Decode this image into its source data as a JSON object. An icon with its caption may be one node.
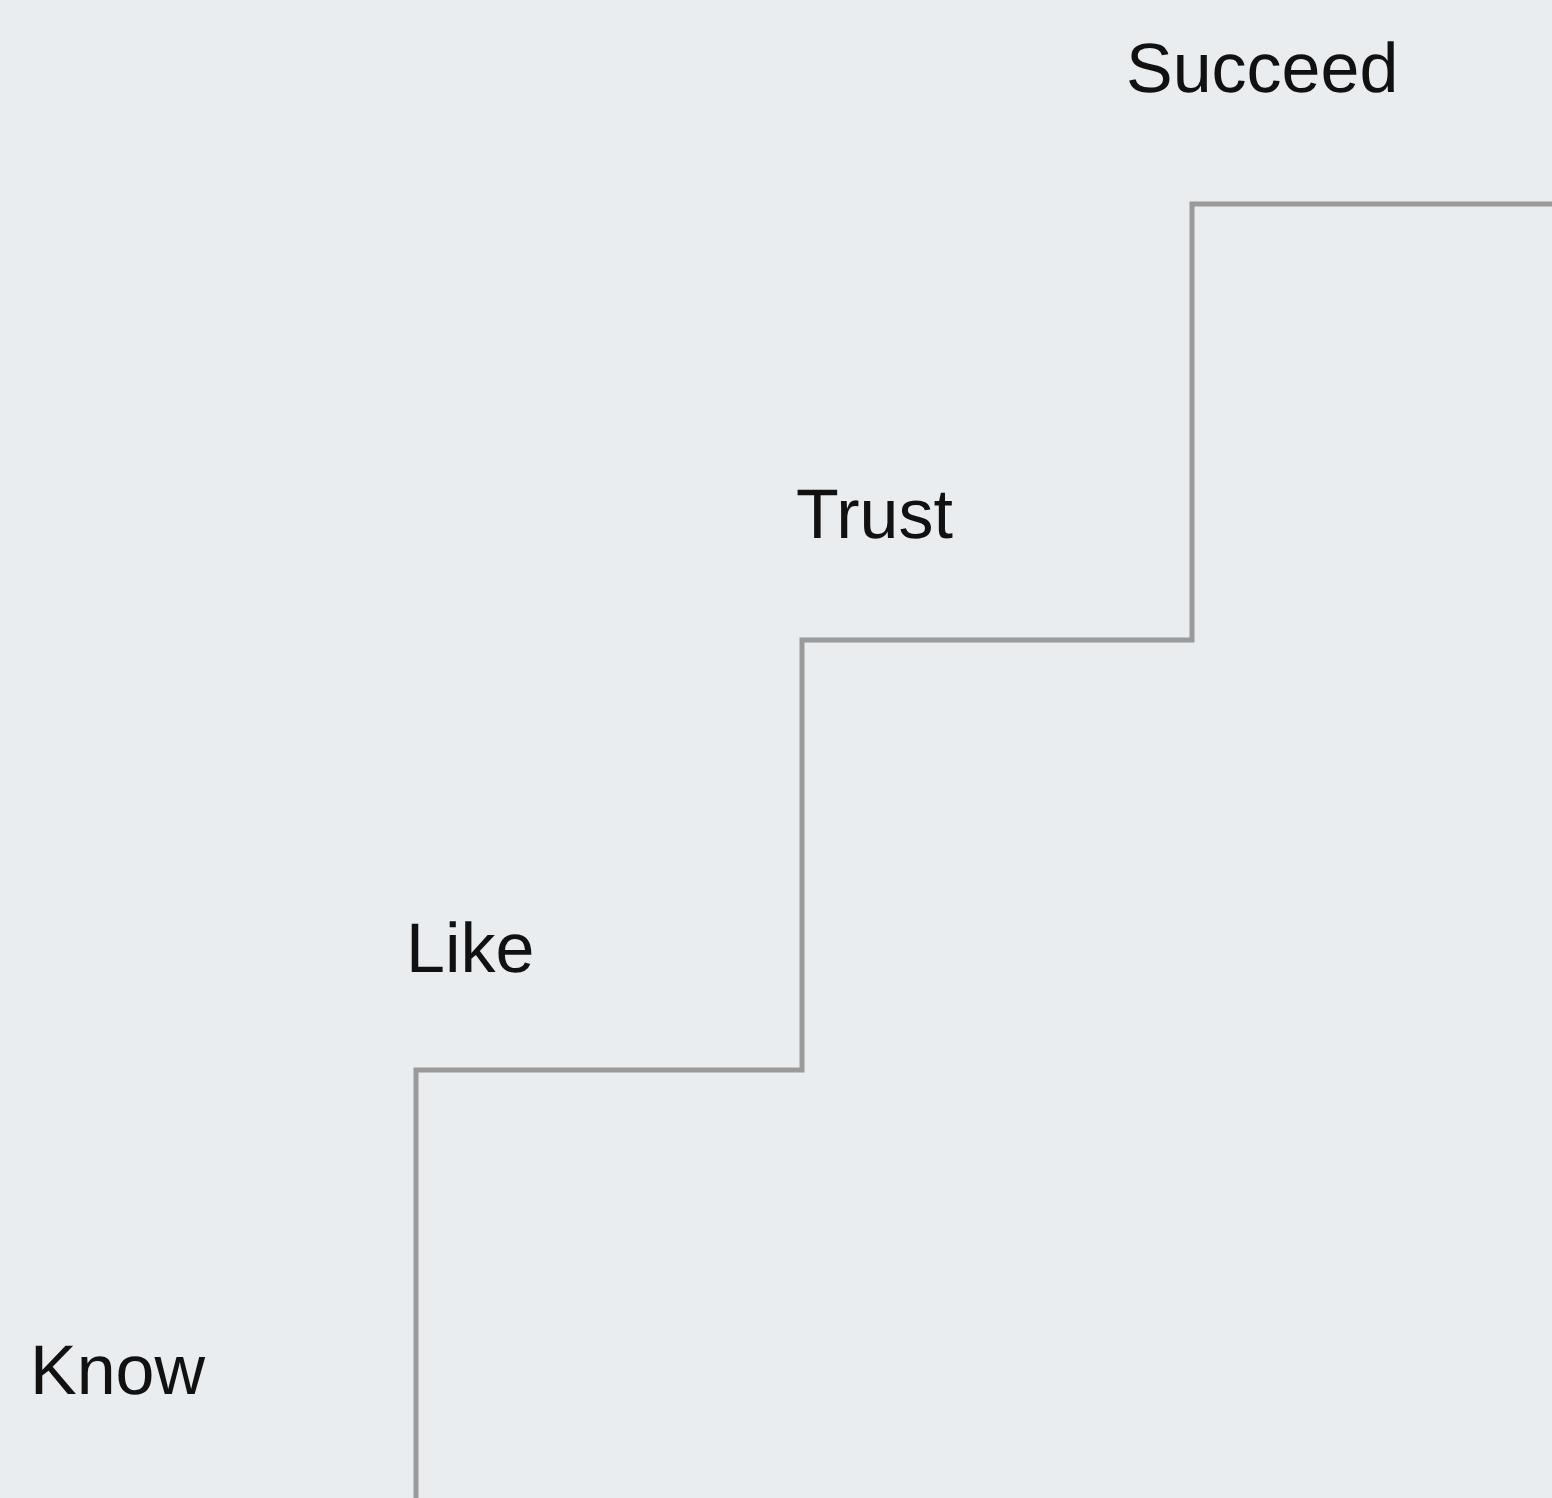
{
  "diagram": {
    "labels": [
      "Succeed",
      "Trust",
      "Like",
      "Know"
    ]
  }
}
